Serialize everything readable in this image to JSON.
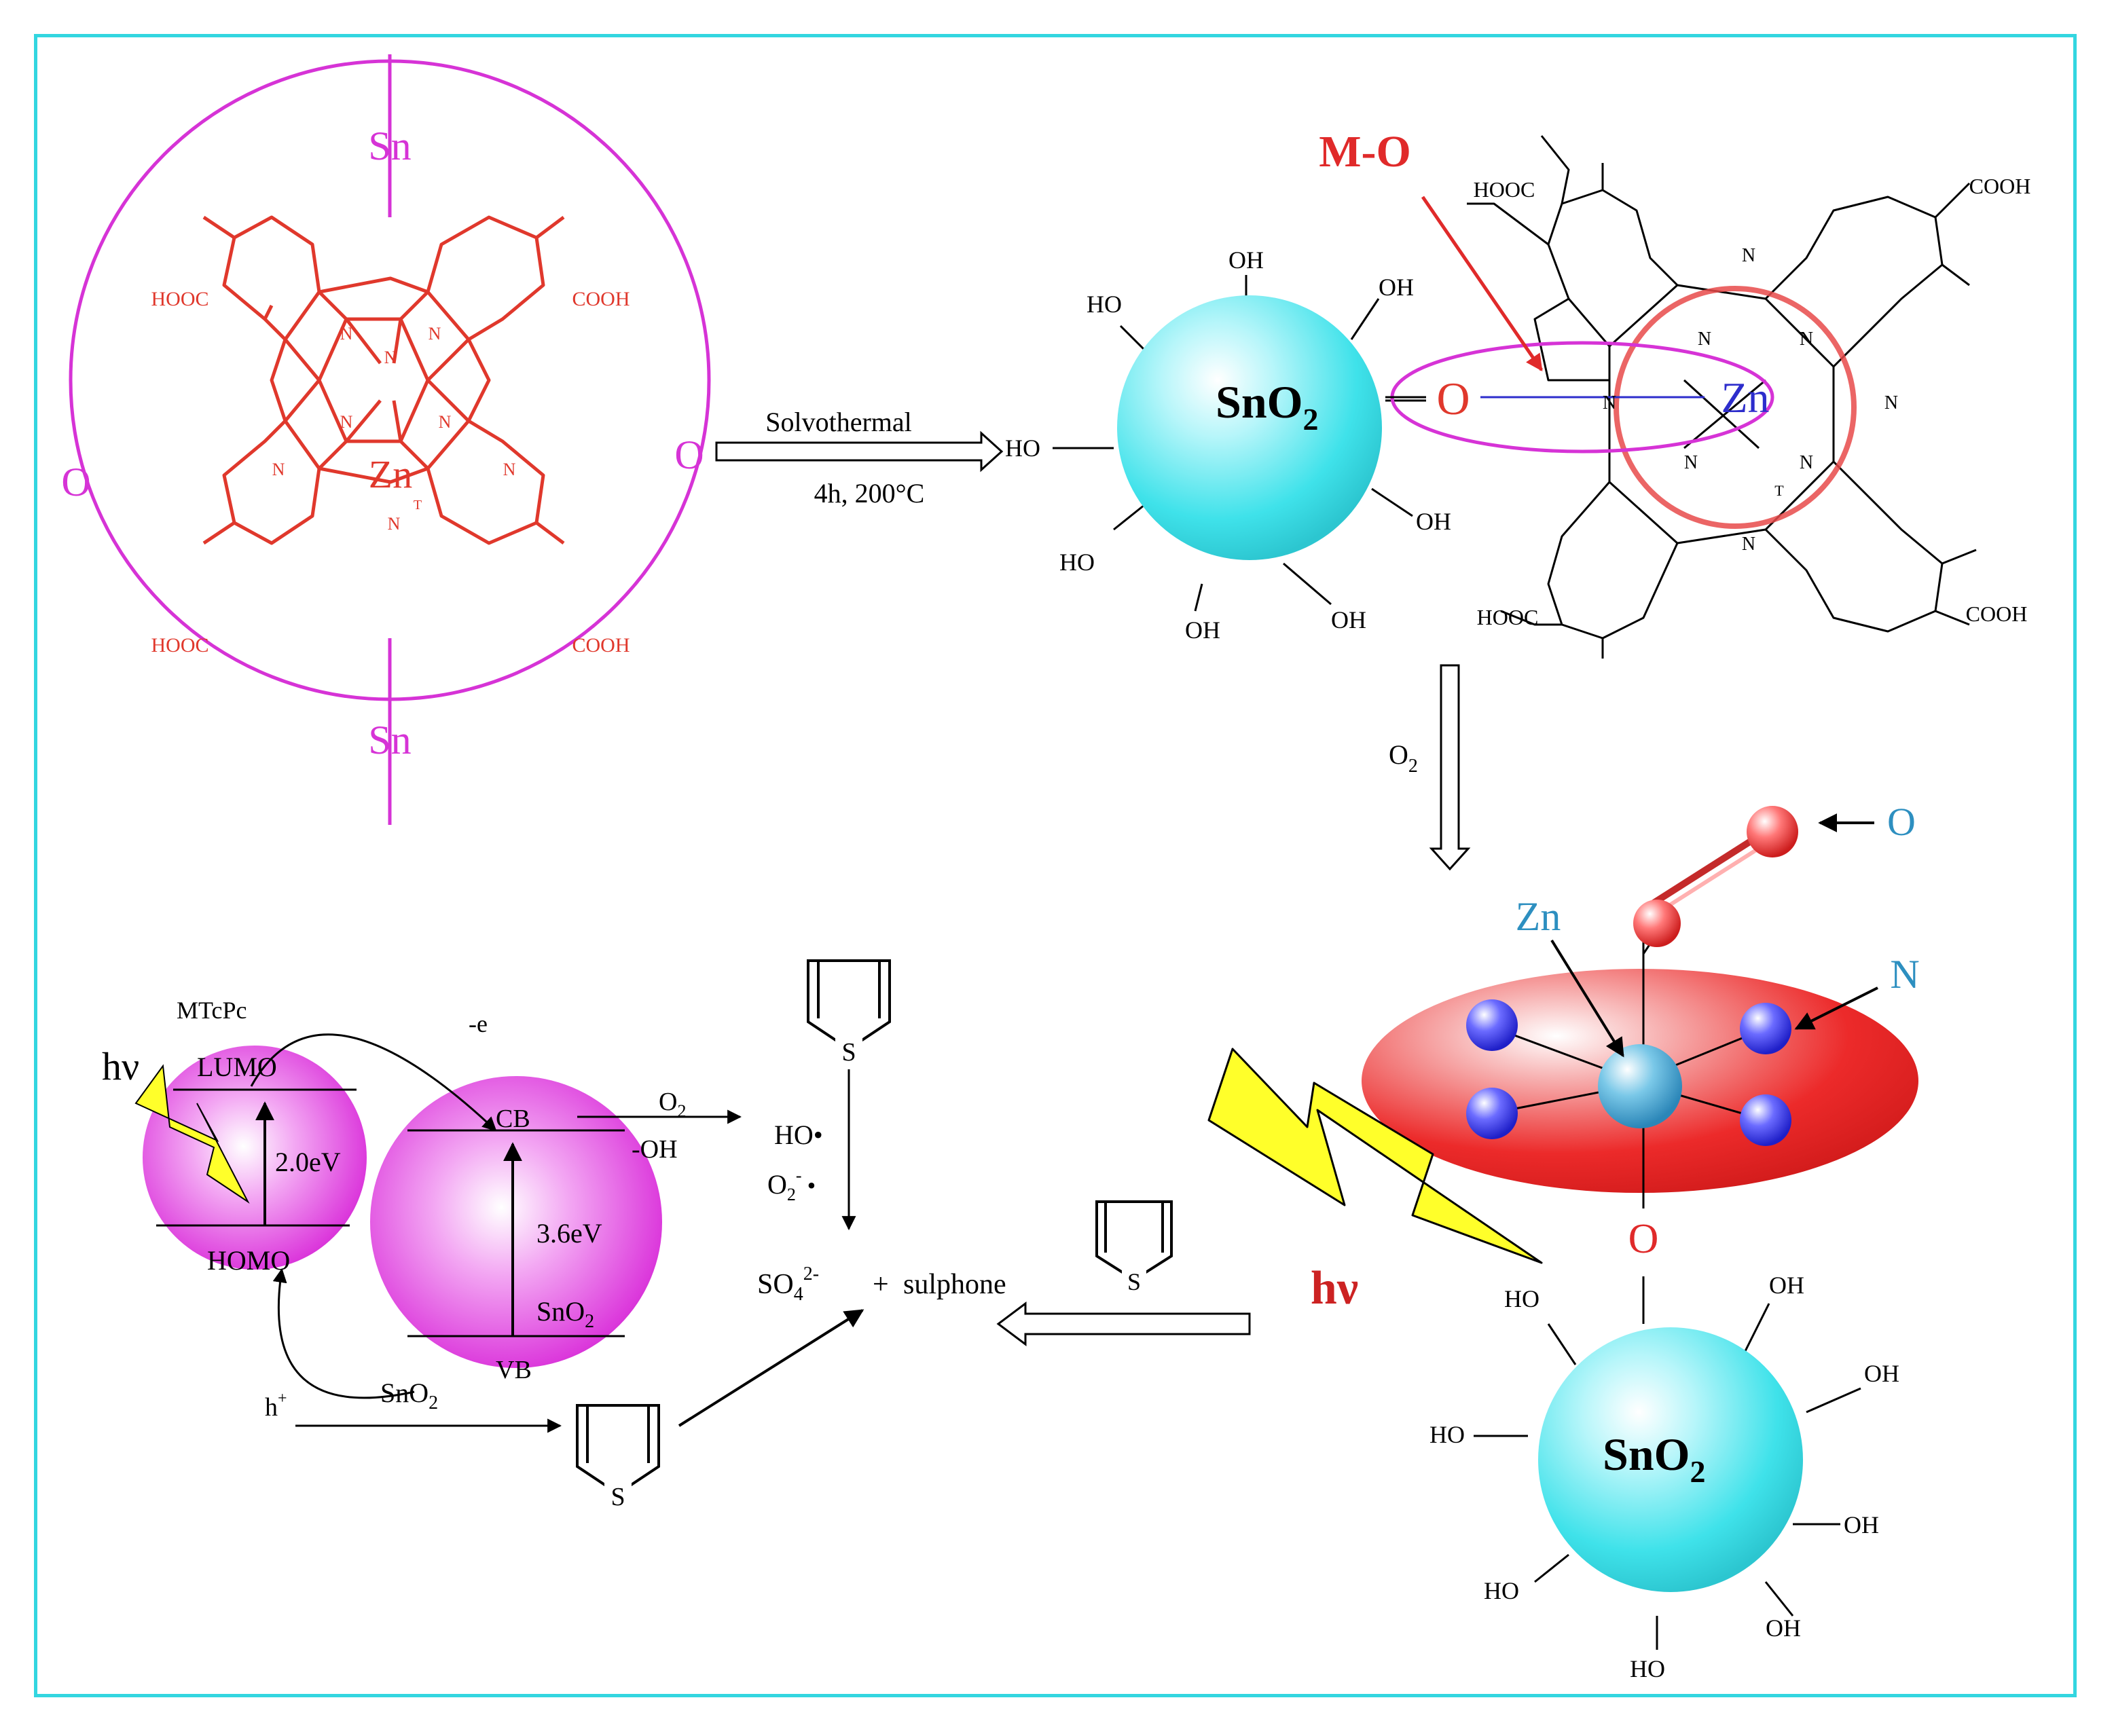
{
  "colors": {
    "frame": "#33d6e0",
    "pc_red": "#e0382c",
    "magenta": "#d633d6",
    "cyan_sphere": "#3fe2ea",
    "ellipse_red": "#ec2a2a",
    "ball_blue": "#2d2de0",
    "arrow_red": "#e02a2a",
    "lightning": "#ffff2a",
    "hv_red": "#cc2222",
    "label_blue": "#2d8fc0"
  },
  "precursor": {
    "sn_top": "Sn",
    "sn_bottom": "Sn",
    "o_left": "O",
    "o_right": "O",
    "zn": "Zn",
    "n": "N",
    "t": "T",
    "hooc": "HOOC",
    "cooh": "COOH"
  },
  "step1": {
    "label": "Solvothermal",
    "conditions": "4h, 200°C"
  },
  "sno2_top": {
    "label_main": "SnO",
    "label_sub": "2",
    "oh": "OH",
    "ho": "HO"
  },
  "complex": {
    "mo_label": "M-O",
    "o": "O",
    "zn": "Zn",
    "n": "N",
    "t": "T",
    "hooc": "HOOC",
    "cooh": "COOH"
  },
  "step2": {
    "label_main": "O",
    "label_sub": "2"
  },
  "model": {
    "o_label": "O",
    "zn_label": "Zn",
    "n_label": "N",
    "o_link": "O"
  },
  "sno2_bottom": {
    "label_main": "SnO",
    "label_sub": "2",
    "oh": "OH",
    "ho": "HO"
  },
  "hv_big": "hν",
  "mechanism": {
    "mtcpc": "MTcPc",
    "hv": "hν",
    "lumo": "LUMO",
    "homo": "HOMO",
    "gap1": "2.0eV",
    "minus_e": "-e",
    "cb": "CB",
    "vb": "VB",
    "gap2": "3.6eV",
    "sno2_in_main": "SnO",
    "sno2_in_sub": "2",
    "sno2_under_main": "SnO",
    "sno2_under_sub": "2",
    "h_plus_main": "h",
    "h_plus_sup": "+",
    "o2_main": "O",
    "o2_sub": "2",
    "minus_oh": "-OH"
  },
  "reaction": {
    "s": "S",
    "ho_radical": "HO•",
    "o2_rad_main": "O",
    "o2_rad_sub": "2",
    "o2_rad_sup": "-",
    "o2_rad_dot": "•",
    "so4_main": "SO",
    "so4_sub": "4",
    "so4_sup": "2-",
    "plus": "+",
    "sulphone": "sulphone"
  }
}
